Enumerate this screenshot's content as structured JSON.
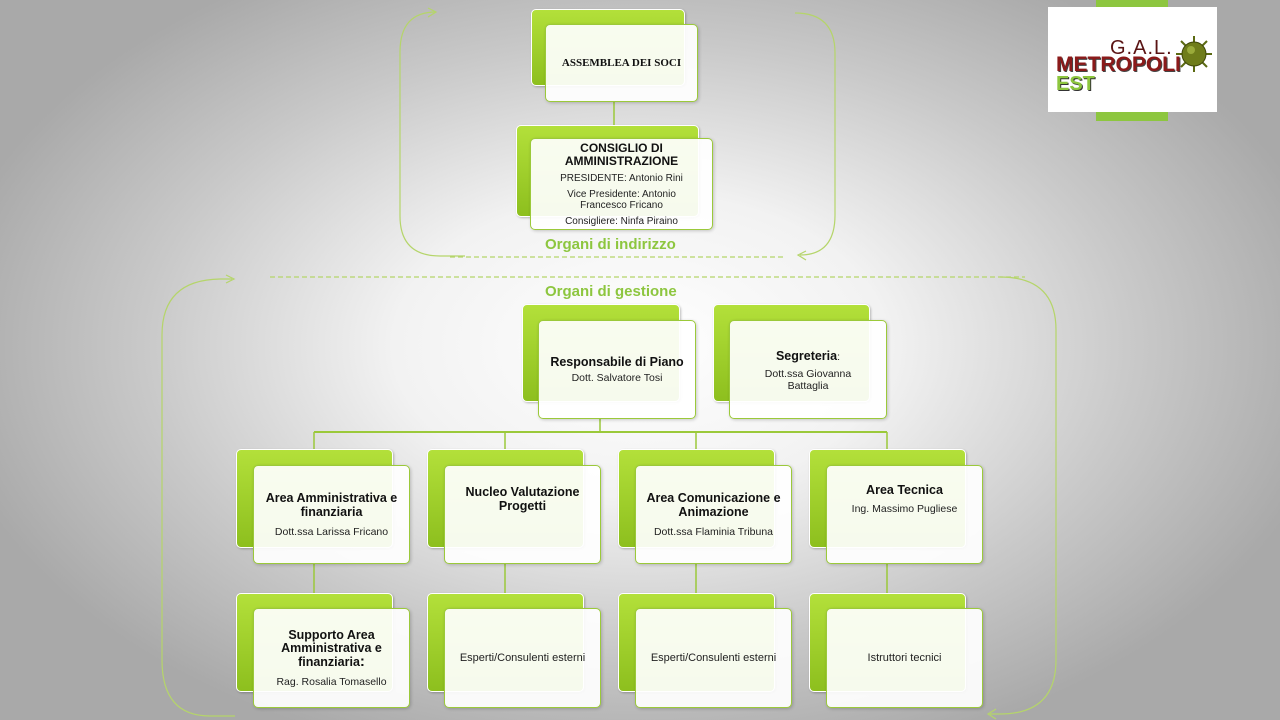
{
  "logo": {
    "gal": "G.A.L.",
    "metropoli": "METROPOLI",
    "est": "EST"
  },
  "labels": {
    "indirizzo": "Organi di indirizzo",
    "gestione": "Organi di gestione"
  },
  "assemblea": {
    "title": "ASSEMBLEA DEI SOCI"
  },
  "consiglio": {
    "title": "CONSIGLIO DI AMMINISTRAZIONE",
    "presidente": "PRESIDENTE: Antonio Rini",
    "vice": "Vice Presidente: Antonio Francesco Fricano",
    "consigliere": "Consigliere: Ninfa Piraino"
  },
  "responsabile": {
    "title": "Responsabile di Piano",
    "name": "Dott. Salvatore Tosi"
  },
  "segreteria": {
    "title": "Segreteria",
    "colon": ":",
    "name": "Dott.ssa Giovanna Battaglia"
  },
  "areas": [
    {
      "title": "Area Amministrativa e finanziaria",
      "name": "Dott.ssa Larissa Fricano"
    },
    {
      "title": "Nucleo Valutazione Progetti",
      "name": ""
    },
    {
      "title": "Area Comunicazione e Animazione",
      "name": "Dott.ssa Flaminia Tribuna"
    },
    {
      "title": "Area Tecnica",
      "name": "Ing. Massimo Pugliese"
    }
  ],
  "supporto": {
    "title": "Supporto Area Amministrativa e finanziaria",
    "colon": ":",
    "name": "Rag. Rosalia Tomasello"
  },
  "bottom": {
    "esperti1": "Esperti/Consulenti esterni",
    "esperti2": "Esperti/Consulenti esterni",
    "istruttori": "Istruttori tecnici"
  }
}
